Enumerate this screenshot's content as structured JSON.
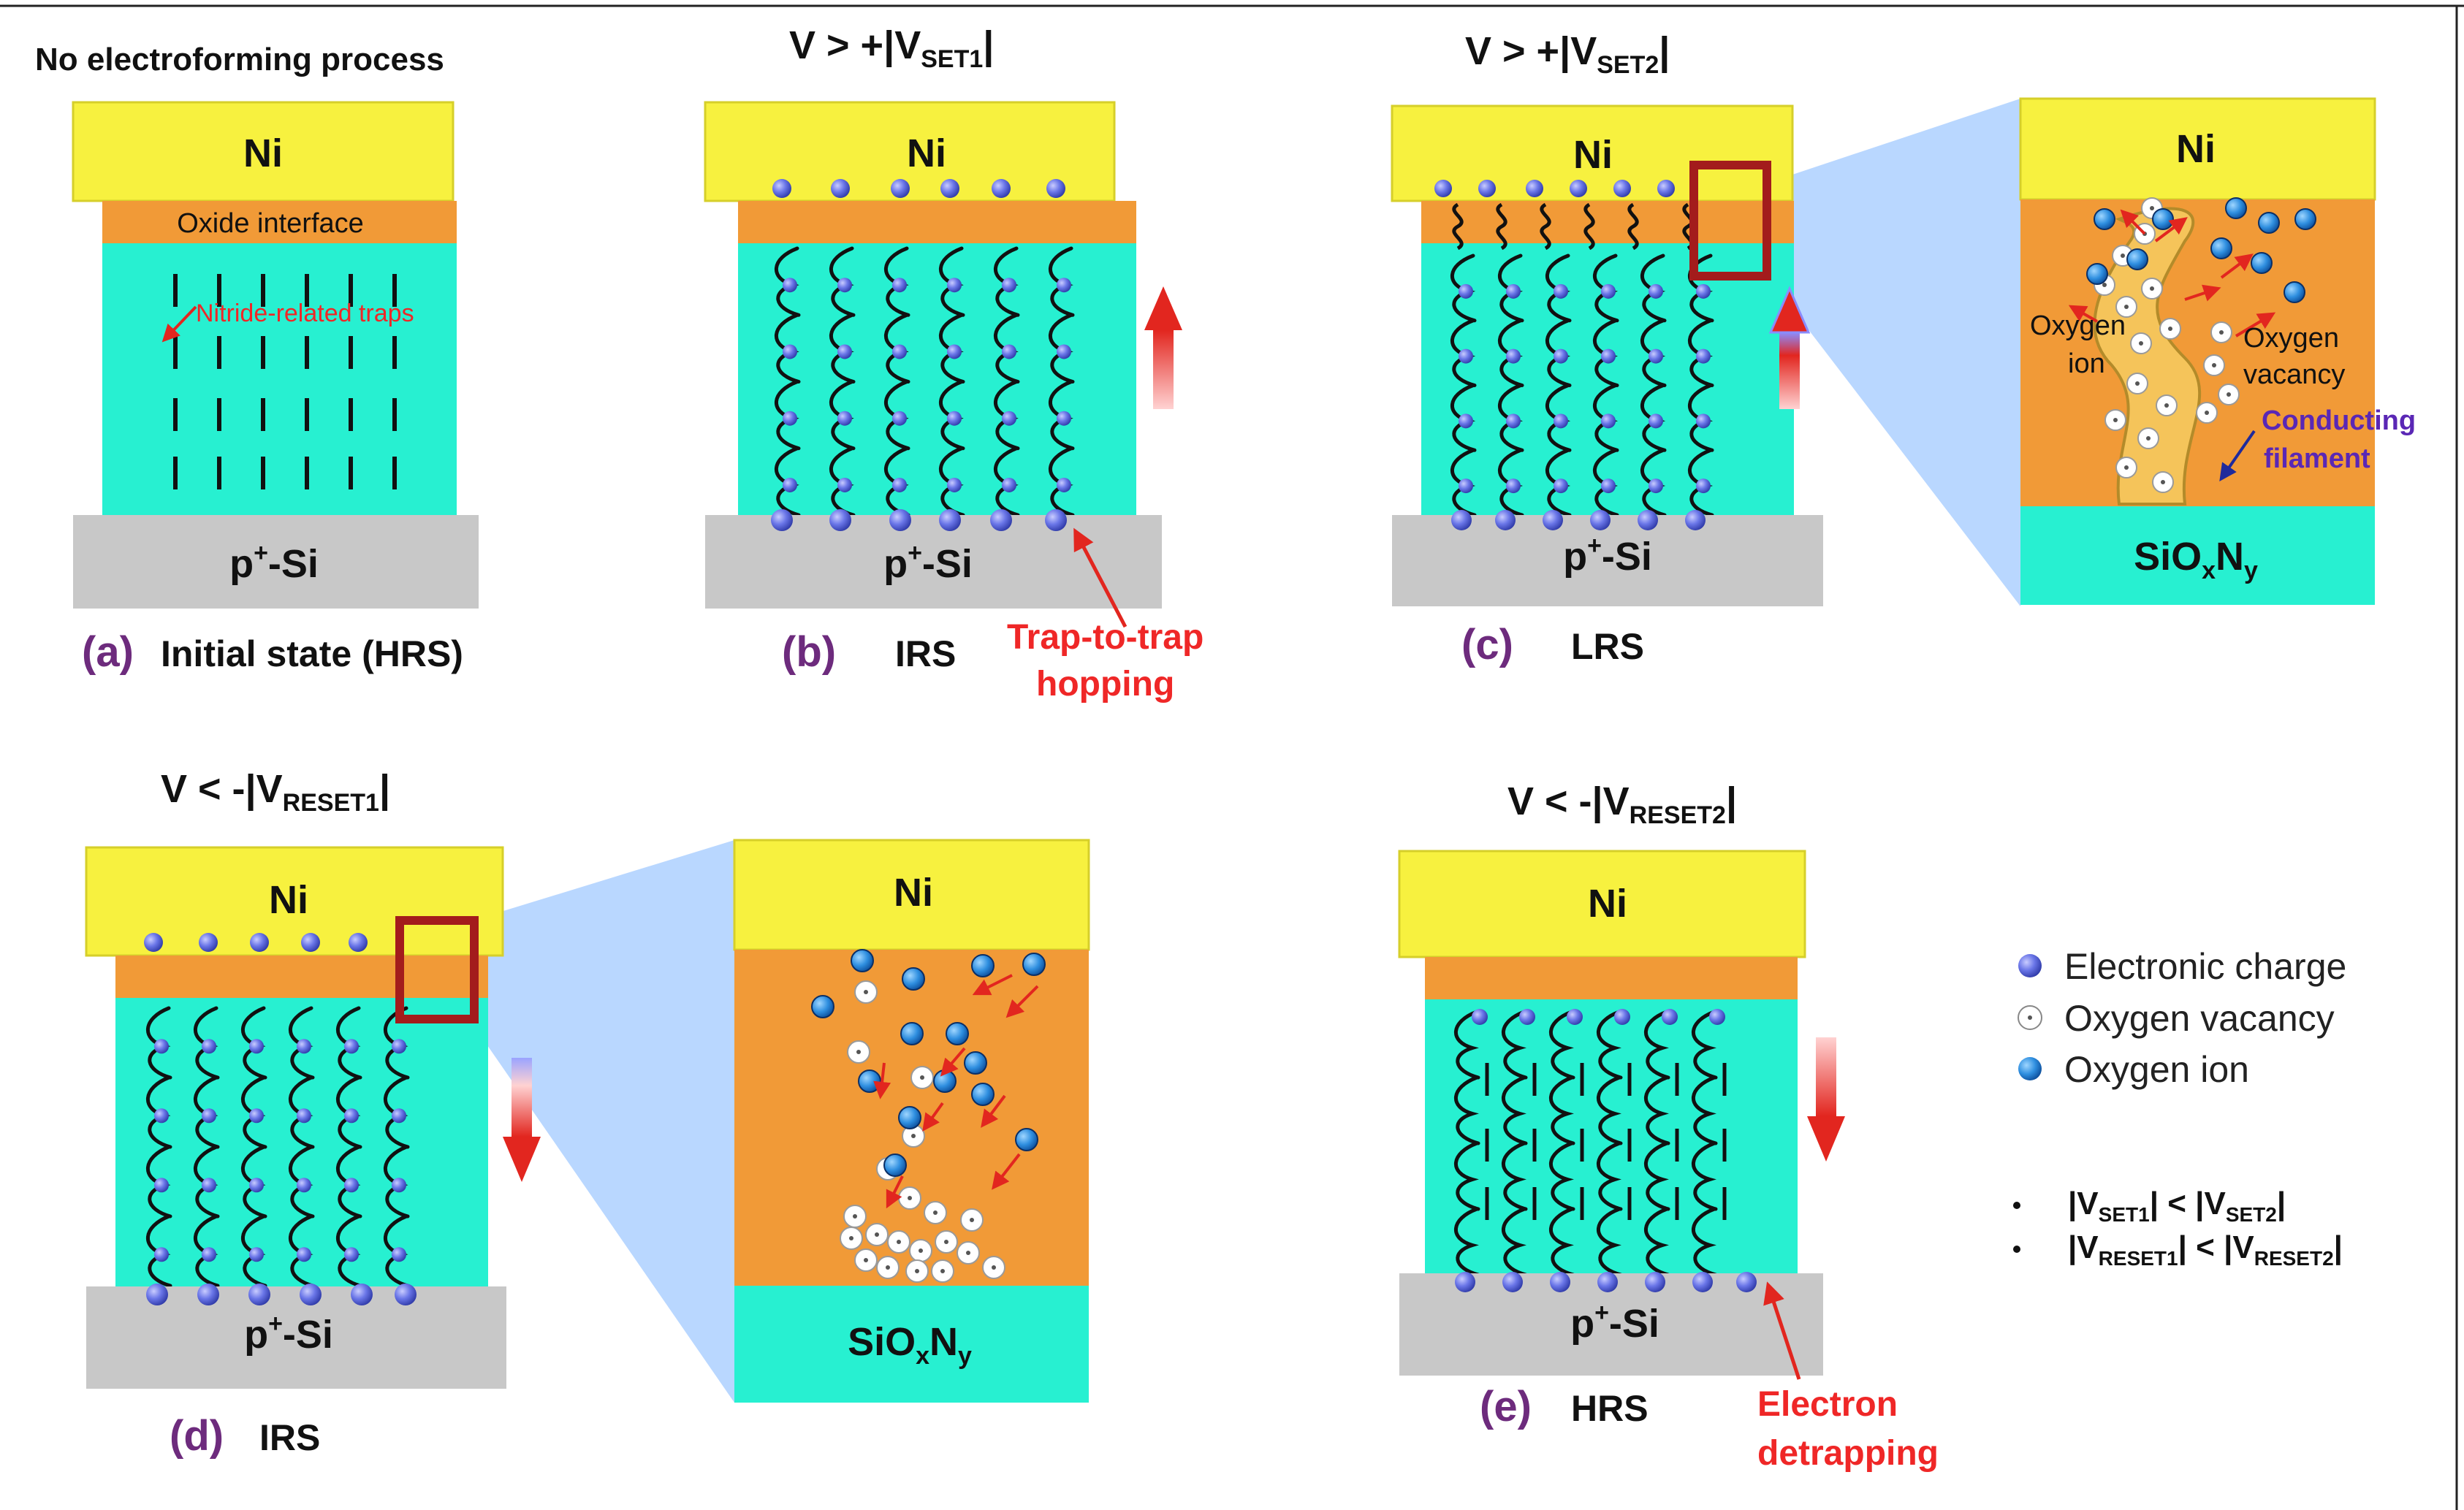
{
  "colors": {
    "ni": "#f7f13f",
    "oxide": "#f19a37",
    "nitride": "#27f0d1",
    "silicon": "#c8c8c8",
    "label_red": "#ef2727",
    "panel_letter": "#6d2b7d",
    "electron": "#6a76e8",
    "oxygen_ion": "#2f8fe0",
    "vacancy": "#ffffff"
  },
  "header_note": "No electroforming process",
  "panels": {
    "a": {
      "letter": "(a)",
      "caption": "Initial state (HRS)",
      "top": "Ni",
      "oxide": "Oxide interface",
      "bottom_main": "p",
      "bottom_sup": "+",
      "bottom_rest": "-Si",
      "traps": "Nitride-related traps"
    },
    "b": {
      "condition_pre": "V > +|V",
      "condition_sub": "SET1",
      "condition_post": "|",
      "letter": "(b)",
      "caption": "IRS",
      "top": "Ni",
      "bottom_main": "p",
      "bottom_sup": "+",
      "bottom_rest": "-Si",
      "note_line1": "Trap-to-trap",
      "note_line2": "hopping"
    },
    "c": {
      "condition_pre": "V > +|V",
      "condition_sub": "SET2",
      "condition_post": "|",
      "letter": "(c)",
      "caption": "LRS",
      "top": "Ni",
      "bottom_main": "p",
      "bottom_sup": "+",
      "bottom_rest": "-Si",
      "zoom": {
        "top": "Ni",
        "bottom_main": "SiO",
        "bottom_x": "x",
        "bottom_n": "N",
        "bottom_y": "y",
        "oxygen_ion_line1": "Oxygen",
        "oxygen_ion_line2": "ion",
        "vacancy_line1": "Oxygen",
        "vacancy_line2": "vacancy",
        "filament_line1": "Conducting",
        "filament_line2": "filament"
      }
    },
    "d": {
      "condition_pre": "V < -|V",
      "condition_sub": "RESET1",
      "condition_post": "|",
      "letter": "(d)",
      "caption": "IRS",
      "top": "Ni",
      "bottom_main": "p",
      "bottom_sup": "+",
      "bottom_rest": "-Si",
      "zoom": {
        "top": "Ni",
        "bottom_main": "SiO",
        "bottom_x": "x",
        "bottom_n": "N",
        "bottom_y": "y"
      }
    },
    "e": {
      "condition_pre": "V < -|V",
      "condition_sub": "RESET2",
      "condition_post": "|",
      "letter": "(e)",
      "caption": "HRS",
      "top": "Ni",
      "bottom_main": "p",
      "bottom_sup": "+",
      "bottom_rest": "-Si",
      "note_line1": "Electron",
      "note_line2": "detrapping"
    }
  },
  "legend": {
    "electronic_charge": "Electronic charge",
    "oxygen_vacancy": "Oxygen vacancy",
    "oxygen_ion": "Oxygen ion"
  },
  "relations": {
    "r1_a": "|V",
    "r1_a_sub": "SET1",
    "r1_mid": "| < |V",
    "r1_b_sub": "SET2",
    "r1_end": "|",
    "r2_a": "|V",
    "r2_a_sub": "RESET1",
    "r2_mid": "| < |V",
    "r2_b_sub": "RESET2",
    "r2_end": "|"
  }
}
